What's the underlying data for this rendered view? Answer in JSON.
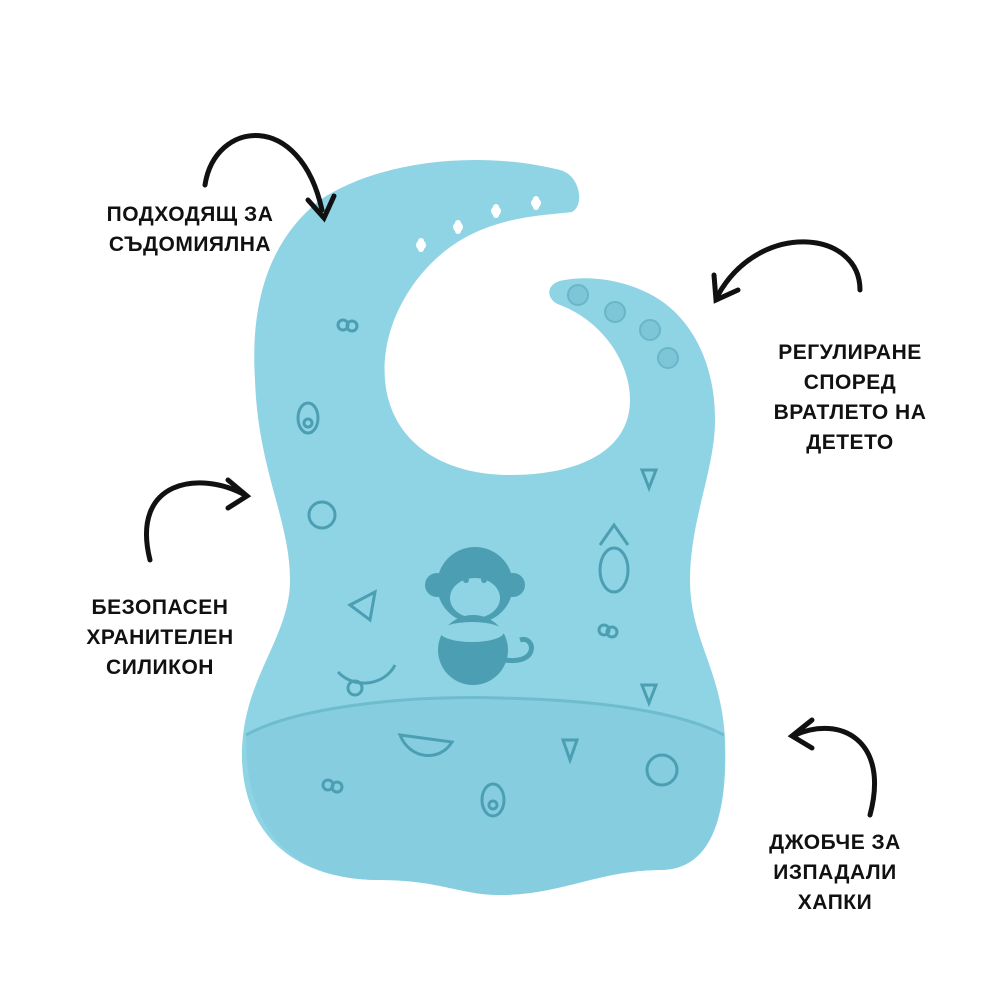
{
  "colors": {
    "bib": "#8fd4e4",
    "bib_shade": "#7cc6d8",
    "motif": "#4c9fb2",
    "ink": "#111111"
  },
  "labels": {
    "dishwasher": [
      "ПОДХОДЯЩ ЗА",
      "СЪДОМИЯЛНА"
    ],
    "adjustable": [
      "РЕГУЛИРАНЕ",
      "СПОРЕД",
      "ВРАТЛЕТО НА",
      "ДЕТЕТО"
    ],
    "silicone": [
      "БЕЗОПАСЕН",
      "ХРАНИТЕЛЕН",
      "СИЛИКОН"
    ],
    "pocket": [
      "ДЖОБЧЕ ЗА",
      "ИЗПАДАЛИ",
      "ХАПКИ"
    ]
  }
}
